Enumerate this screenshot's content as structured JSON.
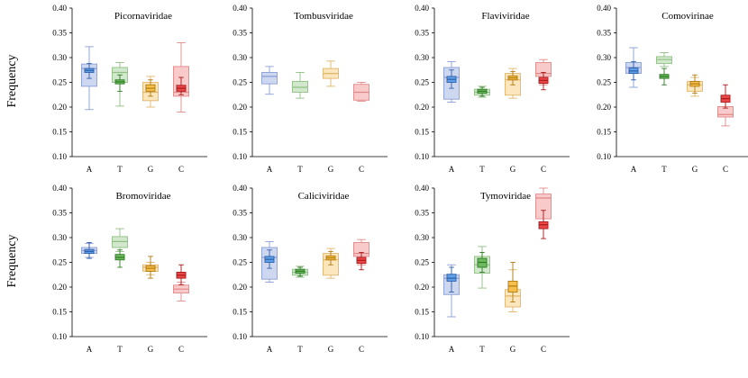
{
  "figure": {
    "ylabel": "Frequency"
  },
  "colors": {
    "A": {
      "light_fill": "#c9d3ee",
      "light_stroke": "#8a9ed6",
      "dark_fill": "#5ea0e8",
      "dark_stroke": "#2f5fa8"
    },
    "T": {
      "light_fill": "#cde6c6",
      "light_stroke": "#8fbf84",
      "dark_fill": "#6dbb5e",
      "dark_stroke": "#2e7a25"
    },
    "G": {
      "light_fill": "#fbe3b6",
      "light_stroke": "#e0b56a",
      "dark_fill": "#f7c04a",
      "dark_stroke": "#b07a10"
    },
    "C": {
      "light_fill": "#f8c4c4",
      "light_stroke": "#e08888",
      "dark_fill": "#ea4848",
      "dark_stroke": "#a81818"
    }
  },
  "chart_data": [
    {
      "type": "box",
      "title": "Picornaviridae",
      "ylabel": "Frequency",
      "categories": [
        "A",
        "T",
        "G",
        "C"
      ],
      "ylim": [
        0.1,
        0.4
      ],
      "yticks": [
        "0.10",
        "0.15",
        "0.20",
        "0.25",
        "0.30",
        "0.35",
        "0.40"
      ],
      "light": [
        {
          "min": 0.195,
          "q1": 0.242,
          "med": 0.278,
          "q3": 0.287,
          "max": 0.322
        },
        {
          "min": 0.202,
          "q1": 0.25,
          "med": 0.27,
          "q3": 0.28,
          "max": 0.29
        },
        {
          "min": 0.2,
          "q1": 0.213,
          "med": 0.23,
          "q3": 0.25,
          "max": 0.262
        },
        {
          "min": 0.19,
          "q1": 0.222,
          "med": 0.23,
          "q3": 0.282,
          "max": 0.33
        }
      ],
      "dark": [
        {
          "min": 0.258,
          "q1": 0.27,
          "med": 0.274,
          "q3": 0.278,
          "max": 0.288
        },
        {
          "min": 0.232,
          "q1": 0.247,
          "med": 0.251,
          "q3": 0.255,
          "max": 0.265
        },
        {
          "min": 0.222,
          "q1": 0.232,
          "med": 0.238,
          "q3": 0.245,
          "max": 0.255
        },
        {
          "min": 0.225,
          "q1": 0.232,
          "med": 0.238,
          "q3": 0.244,
          "max": 0.26
        }
      ]
    },
    {
      "type": "box",
      "title": "Tombusviridae",
      "ylabel": "",
      "categories": [
        "A",
        "T",
        "G",
        "C"
      ],
      "ylim": [
        0.1,
        0.4
      ],
      "yticks": [
        "0.10",
        "0.15",
        "0.20",
        "0.25",
        "0.30",
        "0.35",
        "0.40"
      ],
      "light": [
        {
          "min": 0.226,
          "q1": 0.247,
          "med": 0.262,
          "q3": 0.27,
          "max": 0.282
        },
        {
          "min": 0.218,
          "q1": 0.23,
          "med": 0.24,
          "q3": 0.252,
          "max": 0.27
        },
        {
          "min": 0.242,
          "q1": 0.258,
          "med": 0.268,
          "q3": 0.278,
          "max": 0.293
        },
        {
          "min": 0.212,
          "q1": 0.214,
          "med": 0.23,
          "q3": 0.246,
          "max": 0.25
        }
      ]
    },
    {
      "type": "box",
      "title": "Flaviviridae",
      "ylabel": "",
      "categories": [
        "A",
        "T",
        "G",
        "C"
      ],
      "ylim": [
        0.1,
        0.4
      ],
      "yticks": [
        "0.10",
        "0.15",
        "0.20",
        "0.25",
        "0.30",
        "0.35",
        "0.40"
      ],
      "light": [
        {
          "min": 0.21,
          "q1": 0.216,
          "med": 0.26,
          "q3": 0.28,
          "max": 0.292
        },
        {
          "min": 0.22,
          "q1": 0.224,
          "med": 0.23,
          "q3": 0.236,
          "max": 0.242
        },
        {
          "min": 0.218,
          "q1": 0.224,
          "med": 0.255,
          "q3": 0.268,
          "max": 0.278
        },
        {
          "min": 0.245,
          "q1": 0.262,
          "med": 0.268,
          "q3": 0.29,
          "max": 0.296
        }
      ],
      "dark": [
        {
          "min": 0.238,
          "q1": 0.25,
          "med": 0.256,
          "q3": 0.262,
          "max": 0.275
        },
        {
          "min": 0.222,
          "q1": 0.228,
          "med": 0.232,
          "q3": 0.236,
          "max": 0.24
        },
        {
          "min": 0.245,
          "q1": 0.255,
          "med": 0.259,
          "q3": 0.263,
          "max": 0.272
        },
        {
          "min": 0.235,
          "q1": 0.248,
          "med": 0.254,
          "q3": 0.26,
          "max": 0.27
        }
      ]
    },
    {
      "type": "box",
      "title": "Comovirinae",
      "ylabel": "",
      "categories": [
        "A",
        "T",
        "G",
        "C"
      ],
      "ylim": [
        0.1,
        0.4
      ],
      "yticks": [
        "0.10",
        "0.15",
        "0.20",
        "0.25",
        "0.30",
        "0.35",
        "0.40"
      ],
      "light": [
        {
          "min": 0.24,
          "q1": 0.268,
          "med": 0.28,
          "q3": 0.29,
          "max": 0.32
        },
        {
          "min": 0.282,
          "q1": 0.288,
          "med": 0.296,
          "q3": 0.302,
          "max": 0.31
        },
        {
          "min": 0.222,
          "q1": 0.232,
          "med": 0.245,
          "q3": 0.252,
          "max": 0.26
        },
        {
          "min": 0.162,
          "q1": 0.18,
          "med": 0.185,
          "q3": 0.201,
          "max": 0.212
        }
      ],
      "dark": [
        {
          "min": 0.255,
          "q1": 0.268,
          "med": 0.273,
          "q3": 0.279,
          "max": 0.292
        },
        {
          "min": 0.245,
          "q1": 0.258,
          "med": 0.262,
          "q3": 0.266,
          "max": 0.278
        },
        {
          "min": 0.228,
          "q1": 0.242,
          "med": 0.247,
          "q3": 0.252,
          "max": 0.265
        },
        {
          "min": 0.198,
          "q1": 0.21,
          "med": 0.217,
          "q3": 0.224,
          "max": 0.245
        }
      ]
    },
    {
      "type": "box",
      "title": "Bromoviridae",
      "ylabel": "Frequency",
      "categories": [
        "A",
        "T",
        "G",
        "C"
      ],
      "ylim": [
        0.1,
        0.4
      ],
      "yticks": [
        "0.10",
        "0.15",
        "0.20",
        "0.25",
        "0.30",
        "0.35",
        "0.40"
      ],
      "light": [
        {
          "min": 0.26,
          "q1": 0.268,
          "med": 0.274,
          "q3": 0.28,
          "max": 0.288
        },
        {
          "min": 0.272,
          "q1": 0.28,
          "med": 0.292,
          "q3": 0.302,
          "max": 0.318
        },
        {
          "min": 0.225,
          "q1": 0.232,
          "med": 0.24,
          "q3": 0.245,
          "max": 0.25
        },
        {
          "min": 0.172,
          "q1": 0.188,
          "med": 0.196,
          "q3": 0.204,
          "max": 0.21
        }
      ],
      "dark": [
        {
          "min": 0.258,
          "q1": 0.268,
          "med": 0.272,
          "q3": 0.276,
          "max": 0.29
        },
        {
          "min": 0.24,
          "q1": 0.255,
          "med": 0.26,
          "q3": 0.266,
          "max": 0.275
        },
        {
          "min": 0.218,
          "q1": 0.232,
          "med": 0.238,
          "q3": 0.243,
          "max": 0.262
        },
        {
          "min": 0.205,
          "q1": 0.218,
          "med": 0.224,
          "q3": 0.23,
          "max": 0.245
        }
      ]
    },
    {
      "type": "box",
      "title": "Caliciviridae",
      "ylabel": "",
      "categories": [
        "A",
        "T",
        "G",
        "C"
      ],
      "ylim": [
        0.1,
        0.4
      ],
      "yticks": [
        "0.10",
        "0.15",
        "0.20",
        "0.25",
        "0.30",
        "0.35",
        "0.40"
      ],
      "light": [
        {
          "min": 0.21,
          "q1": 0.216,
          "med": 0.26,
          "q3": 0.28,
          "max": 0.292
        },
        {
          "min": 0.22,
          "q1": 0.224,
          "med": 0.23,
          "q3": 0.236,
          "max": 0.242
        },
        {
          "min": 0.218,
          "q1": 0.224,
          "med": 0.255,
          "q3": 0.268,
          "max": 0.278
        },
        {
          "min": 0.245,
          "q1": 0.262,
          "med": 0.268,
          "q3": 0.29,
          "max": 0.296
        }
      ],
      "dark": [
        {
          "min": 0.238,
          "q1": 0.25,
          "med": 0.256,
          "q3": 0.262,
          "max": 0.275
        },
        {
          "min": 0.222,
          "q1": 0.228,
          "med": 0.232,
          "q3": 0.236,
          "max": 0.24
        },
        {
          "min": 0.245,
          "q1": 0.255,
          "med": 0.259,
          "q3": 0.263,
          "max": 0.272
        },
        {
          "min": 0.235,
          "q1": 0.248,
          "med": 0.254,
          "q3": 0.26,
          "max": 0.27
        }
      ]
    },
    {
      "type": "box",
      "title": "Tymoviridae",
      "ylabel": "",
      "categories": [
        "A",
        "T",
        "G",
        "C"
      ],
      "ylim": [
        0.1,
        0.4
      ],
      "yticks": [
        "0.10",
        "0.15",
        "0.20",
        "0.25",
        "0.30",
        "0.35",
        "0.40"
      ],
      "light": [
        {
          "min": 0.14,
          "q1": 0.185,
          "med": 0.218,
          "q3": 0.225,
          "max": 0.245
        },
        {
          "min": 0.198,
          "q1": 0.228,
          "med": 0.245,
          "q3": 0.262,
          "max": 0.282
        },
        {
          "min": 0.15,
          "q1": 0.16,
          "med": 0.182,
          "q3": 0.195,
          "max": 0.235
        },
        {
          "min": 0.325,
          "q1": 0.338,
          "med": 0.38,
          "q3": 0.388,
          "max": 0.4
        }
      ],
      "dark": [
        {
          "min": 0.19,
          "q1": 0.212,
          "med": 0.218,
          "q3": 0.226,
          "max": 0.24
        },
        {
          "min": 0.23,
          "q1": 0.24,
          "med": 0.25,
          "q3": 0.258,
          "max": 0.27
        },
        {
          "min": 0.17,
          "q1": 0.19,
          "med": 0.202,
          "q3": 0.212,
          "max": 0.25
        },
        {
          "min": 0.298,
          "q1": 0.318,
          "med": 0.326,
          "q3": 0.332,
          "max": 0.355
        }
      ]
    }
  ]
}
